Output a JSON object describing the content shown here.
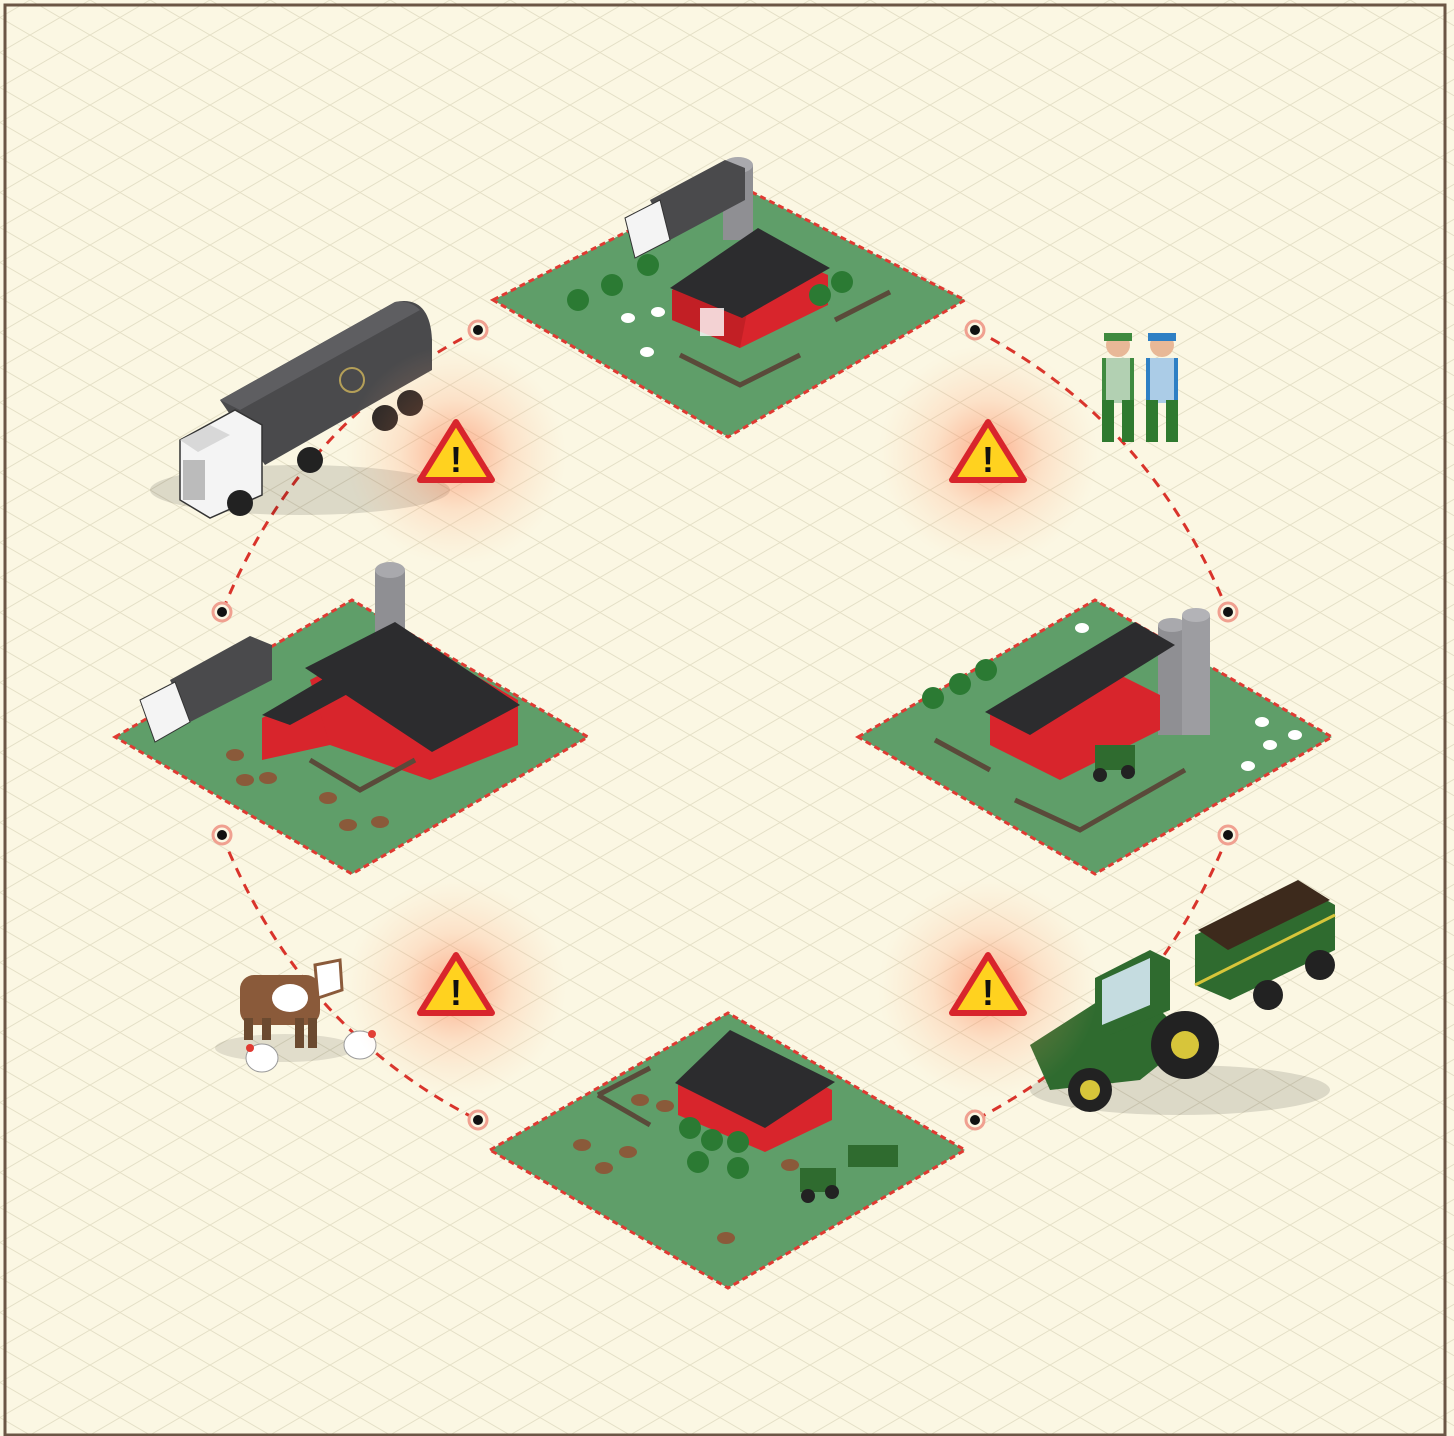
{
  "colors": {
    "background": "#fbf7e3",
    "grid": "#e4dfc6",
    "border": "#6b5645",
    "farm_grass": "#5f9e69",
    "farm_border": "#e03a32",
    "barn_red": "#d8252c",
    "roof": "#2c2c2e",
    "path_dash": "#d9332b",
    "warning_fill": "#ffd21f",
    "warning_border": "#d8252c",
    "tractor_green": "#2f6b2f",
    "tanker_gray": "#4a4a4c"
  },
  "diagram": {
    "farms": [
      {
        "id": "north",
        "icon": "farm-with-milk-tanker-icon"
      },
      {
        "id": "west",
        "icon": "dairy-farm-with-tanker-icon"
      },
      {
        "id": "east",
        "icon": "farm-with-silos-and-tractor-icon"
      },
      {
        "id": "south",
        "icon": "farm-with-cattle-and-tractor-icon"
      }
    ],
    "vectors": [
      {
        "id": "milk-tanker",
        "icon": "milk-tanker-truck-icon"
      },
      {
        "id": "farm-workers",
        "icon": "farm-workers-icon"
      },
      {
        "id": "livestock",
        "icon": "cow-and-chickens-icon"
      },
      {
        "id": "tractor",
        "icon": "tractor-with-trailer-icon"
      }
    ],
    "warnings": [
      {
        "id": "nw",
        "icon": "warning-triangle-icon",
        "glyph": "!"
      },
      {
        "id": "ne",
        "icon": "warning-triangle-icon",
        "glyph": "!"
      },
      {
        "id": "sw",
        "icon": "warning-triangle-icon",
        "glyph": "!"
      },
      {
        "id": "se",
        "icon": "warning-triangle-icon",
        "glyph": "!"
      }
    ]
  }
}
